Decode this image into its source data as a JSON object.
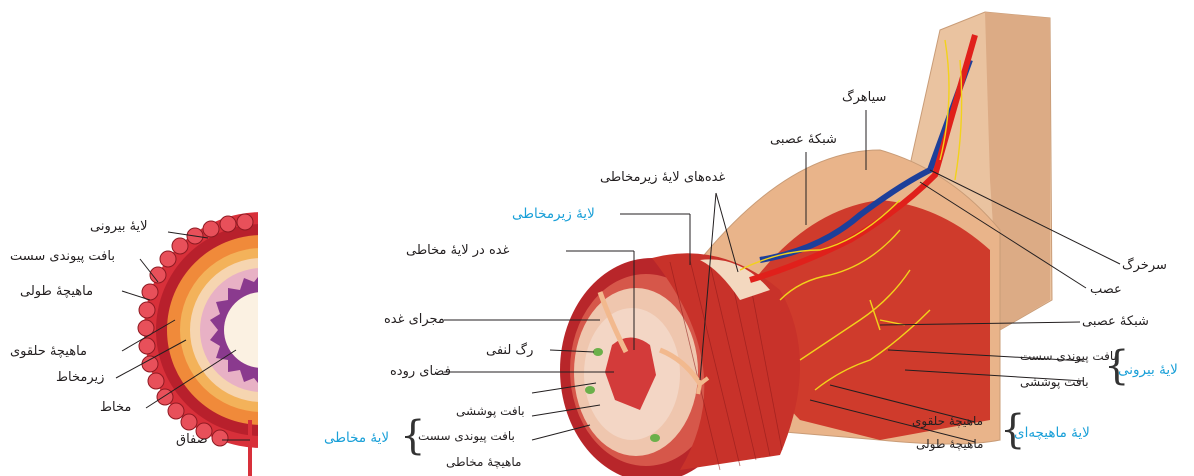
{
  "left_labels": {
    "outer_layer": "لایهٔ بیرونی",
    "loose_ct": "بافت پیوندی سست",
    "long_muscle": "ماهیچهٔ طولی",
    "circ_muscle": "ماهیچهٔ حلقوی",
    "submucosa": "زیرمخاط",
    "mucosa": "مخاط",
    "mesentery": "صفاق"
  },
  "main_labels": {
    "vein": "سیاهرگ",
    "nerve_net_top": "شبکهٔ عصبی",
    "submucosal_glands": "غده‌های لایهٔ زیرمخاطی",
    "submucosal_layer": "لایهٔ زیرمخاطی",
    "mucosal_gland": "غده در لایهٔ مخاطی",
    "gland_duct": "مجرای غده",
    "lymph_vessel": "رگ لنفی",
    "lumen": "فضای روده",
    "artery": "سرخرگ",
    "nerve": "عصب",
    "nerve_net_right": "شبکهٔ عصبی",
    "outer_loose_ct": "بافت پیوندی سست",
    "outer_epithelial": "بافت پوششی",
    "outer_layer_group": "لایهٔ بیرونی",
    "muscle_circ": "ماهیچهٔ حلقوی",
    "muscle_long": "ماهیچهٔ طولی",
    "muscle_layer_group": "لایهٔ ماهیچه‌ای",
    "mucosa_epithelial": "بافت پوششی",
    "mucosa_loose_ct": "بافت پیوندی سست",
    "mucosa_muscle": "ماهیچهٔ مخاطی",
    "mucosa_layer_group": "لایهٔ مخاطی"
  },
  "colors": {
    "muscle_red": "#c8322a",
    "fold_purple": "#8a4a8e",
    "tan": "#e9b48a",
    "accent_blue": "#1aa0d8",
    "artery": "#e0201b",
    "vein": "#1d3f9a",
    "nerve": "#f2d21b"
  }
}
